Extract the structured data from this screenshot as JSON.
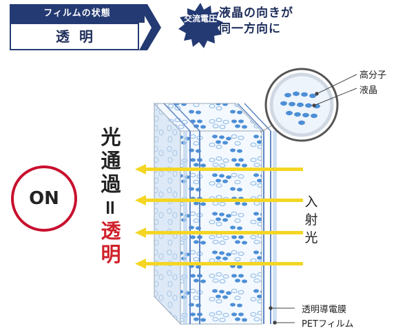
{
  "header": {
    "film_state_label": "フィルムの状態",
    "film_state_value": "透明",
    "voltage_badge": "交流電圧",
    "orientation_line1": "液晶の向きが",
    "orientation_line2": "同一方向に"
  },
  "on_badge": "ON",
  "vertical_caption": {
    "light_pass": [
      "光",
      "通",
      "過"
    ],
    "equals": "=",
    "transparent": [
      "透",
      "明"
    ]
  },
  "incident_light": [
    "入",
    "射",
    "光"
  ],
  "callouts": {
    "polymer": "高分子",
    "liquid_crystal": "液晶",
    "conductive_film": "透明導電膜",
    "pet_film": "PETフィルム"
  },
  "colors": {
    "navy": "#243a73",
    "red": "#c8102e",
    "arrow_yellow": "#f4d623",
    "lc_blue": "#4d8fd6"
  }
}
